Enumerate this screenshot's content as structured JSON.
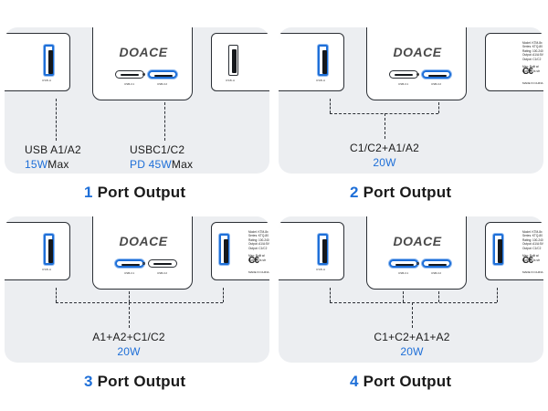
{
  "brand": "DOACE",
  "accent_color": "#1e6fd8",
  "port_labels": {
    "usb_a": "USB-A",
    "usb_c1": "USB-C1",
    "usb_c2": "USB-C2"
  },
  "panels": [
    {
      "caption_num": "1",
      "caption_text": "Port Output",
      "left_label_line1": "USB A1/A2",
      "left_label_watt": "15W",
      "left_label_suffix": "Max",
      "right_label_line1": "USBC1/C2",
      "right_label_watt": "PD 45W",
      "right_label_suffix": "Max",
      "highlighted_ports": [
        "A1",
        "C2"
      ]
    },
    {
      "caption_num": "2",
      "caption_text": "Port Output",
      "label_line1": "C1/C2+A1/A2",
      "label_watt": "20W",
      "highlighted_ports": [
        "A1",
        "C2"
      ]
    },
    {
      "caption_num": "3",
      "caption_text": "Port Output",
      "label_line1": "A1+A2+C1/C2",
      "label_watt": "20W",
      "highlighted_ports": [
        "A1",
        "C1",
        "A2"
      ]
    },
    {
      "caption_num": "4",
      "caption_text": "Port Output",
      "label_line1": "C1+C2+A1+A2",
      "label_watt": "20W",
      "highlighted_ports": [
        "A1",
        "C1",
        "C2",
        "A2"
      ]
    }
  ]
}
